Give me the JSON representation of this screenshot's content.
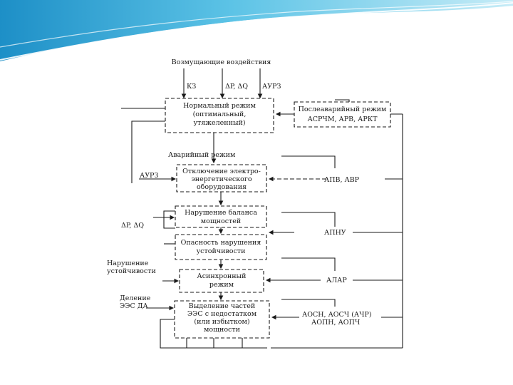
{
  "diagram": {
    "top_label": "Возмущающие воздействия",
    "inputs": {
      "kz": "КЗ",
      "dp_dq": "ΔP, ΔQ",
      "aurz": "АУРЗ"
    },
    "normal_mode": [
      "Нормальный режим",
      "(оптимальный,",
      "утяжеленный)"
    ],
    "post_emergency": [
      "Послеаварийный режим",
      "АСРЧМ, АРВ, АРКТ"
    ],
    "emergency_mode": "Аварийный     режим",
    "aurz_left": "АУРЗ",
    "disconnection": [
      "Отключение электро-",
      "энергетического",
      "оборудования"
    ],
    "apv_avr": "АПВ, АВР",
    "dp_dq_left": "ΔP, ΔQ",
    "power_balance": [
      "Нарушение баланса",
      "мощностей"
    ],
    "stability_danger": [
      "Опасность нарушения",
      "устойчивости"
    ],
    "apnu": "АПНУ",
    "stability_loss": [
      "Нарушение",
      "устойчивости"
    ],
    "async_mode": [
      "Асинхронный",
      "режим"
    ],
    "alar": "АЛАР",
    "division": [
      "Деление",
      "ЭЭС ДА"
    ],
    "parts_separation": [
      "Выделение частей",
      "ЭЭС с недостатком",
      "(или избытком)",
      "мощности"
    ],
    "aosch": [
      "АОСН, АОСЧ (АЧР)",
      "АОПН, АОПЧ"
    ]
  },
  "colors": {
    "banner_light": "#c6ecf7",
    "banner_mid": "#5cc3e6",
    "banner_dark": "#1d8fc7",
    "ink": "#1a1a1a"
  }
}
